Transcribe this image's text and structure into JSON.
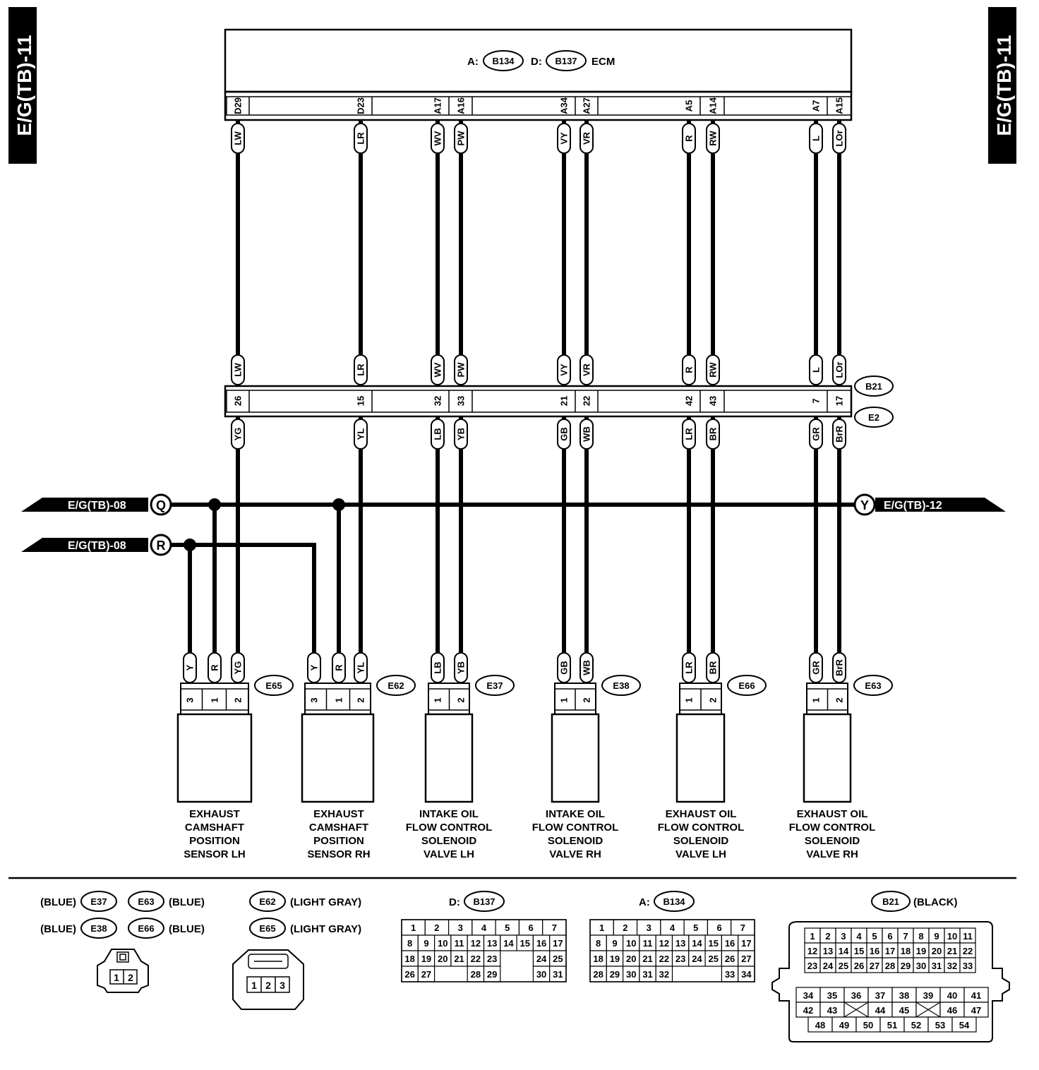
{
  "page_tag": "E/G(TB)-11",
  "ecm": {
    "label": "ECM",
    "connectors": [
      {
        "prefix": "A:",
        "name": "B134"
      },
      {
        "prefix": "D:",
        "name": "B137"
      }
    ]
  },
  "wires": [
    {
      "ecm_pin": "D29",
      "ecm_color": "LW",
      "junction_pin": "26",
      "lower_color": "YG"
    },
    {
      "ecm_pin": "D23",
      "ecm_color": "LR",
      "junction_pin": "15",
      "lower_color": "YL"
    },
    {
      "ecm_pin": "A17",
      "ecm_color": "WV",
      "junction_pin": "32",
      "lower_color": "LB"
    },
    {
      "ecm_pin": "A16",
      "ecm_color": "PW",
      "junction_pin": "33",
      "lower_color": "YB"
    },
    {
      "ecm_pin": "A34",
      "ecm_color": "VY",
      "junction_pin": "21",
      "lower_color": "GB"
    },
    {
      "ecm_pin": "A27",
      "ecm_color": "VR",
      "junction_pin": "22",
      "lower_color": "WB"
    },
    {
      "ecm_pin": "A5",
      "ecm_color": "R",
      "junction_pin": "42",
      "lower_color": "LR"
    },
    {
      "ecm_pin": "A14",
      "ecm_color": "RW",
      "junction_pin": "43",
      "lower_color": "BR"
    },
    {
      "ecm_pin": "A7",
      "ecm_color": "L",
      "junction_pin": "7",
      "lower_color": "GR"
    },
    {
      "ecm_pin": "A15",
      "ecm_color": "LOr",
      "junction_pin": "17",
      "lower_color": "BrR"
    }
  ],
  "junction": {
    "upper": "B21",
    "lower": "E2"
  },
  "bus": [
    {
      "letter": "Q",
      "ref": "E/G(TB)-08"
    },
    {
      "letter": "R",
      "ref": "E/G(TB)-08"
    },
    {
      "letter": "Y",
      "ref": "E/G(TB)-12"
    }
  ],
  "components": [
    {
      "connector": "E65",
      "pins": [
        {
          "num": "3",
          "color": "Y"
        },
        {
          "num": "1",
          "color": "R"
        },
        {
          "num": "2",
          "color": "YG"
        }
      ],
      "caption": [
        "EXHAUST",
        "CAMSHAFT",
        "POSITION",
        "SENSOR LH"
      ]
    },
    {
      "connector": "E62",
      "pins": [
        {
          "num": "3",
          "color": "Y"
        },
        {
          "num": "1",
          "color": "R"
        },
        {
          "num": "2",
          "color": "YL"
        }
      ],
      "caption": [
        "EXHAUST",
        "CAMSHAFT",
        "POSITION",
        "SENSOR RH"
      ]
    },
    {
      "connector": "E37",
      "pins": [
        {
          "num": "1",
          "color": "LB"
        },
        {
          "num": "2",
          "color": "YB"
        }
      ],
      "caption": [
        "INTAKE OIL",
        "FLOW CONTROL",
        "SOLENOID",
        "VALVE LH"
      ]
    },
    {
      "connector": "E38",
      "pins": [
        {
          "num": "1",
          "color": "GB"
        },
        {
          "num": "2",
          "color": "WB"
        }
      ],
      "caption": [
        "INTAKE OIL",
        "FLOW CONTROL",
        "SOLENOID",
        "VALVE RH"
      ]
    },
    {
      "connector": "E66",
      "pins": [
        {
          "num": "1",
          "color": "LR"
        },
        {
          "num": "2",
          "color": "BR"
        }
      ],
      "caption": [
        "EXHAUST OIL",
        "FLOW CONTROL",
        "SOLENOID",
        "VALVE LH"
      ]
    },
    {
      "connector": "E63",
      "pins": [
        {
          "num": "1",
          "color": "GR"
        },
        {
          "num": "2",
          "color": "BrR"
        }
      ],
      "caption": [
        "EXHAUST OIL",
        "FLOW CONTROL",
        "SOLENOID",
        "VALVE RH"
      ]
    }
  ],
  "legend": {
    "blue_group": {
      "items": [
        {
          "name": "E37",
          "color": "(BLUE)",
          "side": "left"
        },
        {
          "name": "E63",
          "color": "(BLUE)",
          "side": "right"
        },
        {
          "name": "E38",
          "color": "(BLUE)",
          "side": "left"
        },
        {
          "name": "E66",
          "color": "(BLUE)",
          "side": "right"
        }
      ],
      "pins": [
        "1",
        "2"
      ]
    },
    "gray_group": {
      "items": [
        {
          "name": "E62",
          "color": "(LIGHT GRAY)"
        },
        {
          "name": "E65",
          "color": "(LIGHT GRAY)"
        }
      ],
      "pins": [
        "1",
        "2",
        "3"
      ]
    },
    "d_connector": {
      "prefix": "D:",
      "name": "B137",
      "rows": [
        [
          "1",
          "2",
          "3",
          "4",
          "5",
          "6",
          "7"
        ],
        [
          "8",
          "9",
          "10",
          "11",
          "12",
          "13",
          "14",
          "15",
          "16",
          "17"
        ],
        [
          "18",
          "19",
          "20",
          "21",
          "22",
          "23",
          "",
          "",
          "24",
          "25"
        ],
        [
          "26",
          "27",
          "",
          "",
          "28",
          "29",
          "",
          "",
          "30",
          "31"
        ]
      ]
    },
    "a_connector": {
      "prefix": "A:",
      "name": "B134",
      "rows": [
        [
          "1",
          "2",
          "3",
          "4",
          "5",
          "6",
          "7"
        ],
        [
          "8",
          "9",
          "10",
          "11",
          "12",
          "13",
          "14",
          "15",
          "16",
          "17"
        ],
        [
          "18",
          "19",
          "20",
          "21",
          "22",
          "23",
          "24",
          "25",
          "26",
          "27"
        ],
        [
          "28",
          "29",
          "30",
          "31",
          "32",
          "",
          "",
          "",
          "33",
          "34"
        ]
      ]
    },
    "b21_connector": {
      "name": "B21",
      "color": "(BLACK)",
      "upper_rows": [
        [
          "1",
          "2",
          "3",
          "4",
          "5",
          "6",
          "7",
          "8",
          "9",
          "10",
          "11"
        ],
        [
          "12",
          "13",
          "14",
          "15",
          "16",
          "17",
          "18",
          "19",
          "20",
          "21",
          "22"
        ],
        [
          "23",
          "24",
          "25",
          "26",
          "27",
          "28",
          "29",
          "30",
          "31",
          "32",
          "33"
        ]
      ],
      "lower_rows": [
        [
          "34",
          "35",
          "36",
          "37",
          "38",
          "39",
          "40",
          "41"
        ],
        [
          "42",
          "43",
          "X",
          "44",
          "45",
          "X",
          "46",
          "47"
        ],
        [
          "48",
          "49",
          "50",
          "51",
          "52",
          "53",
          "54"
        ]
      ]
    }
  }
}
